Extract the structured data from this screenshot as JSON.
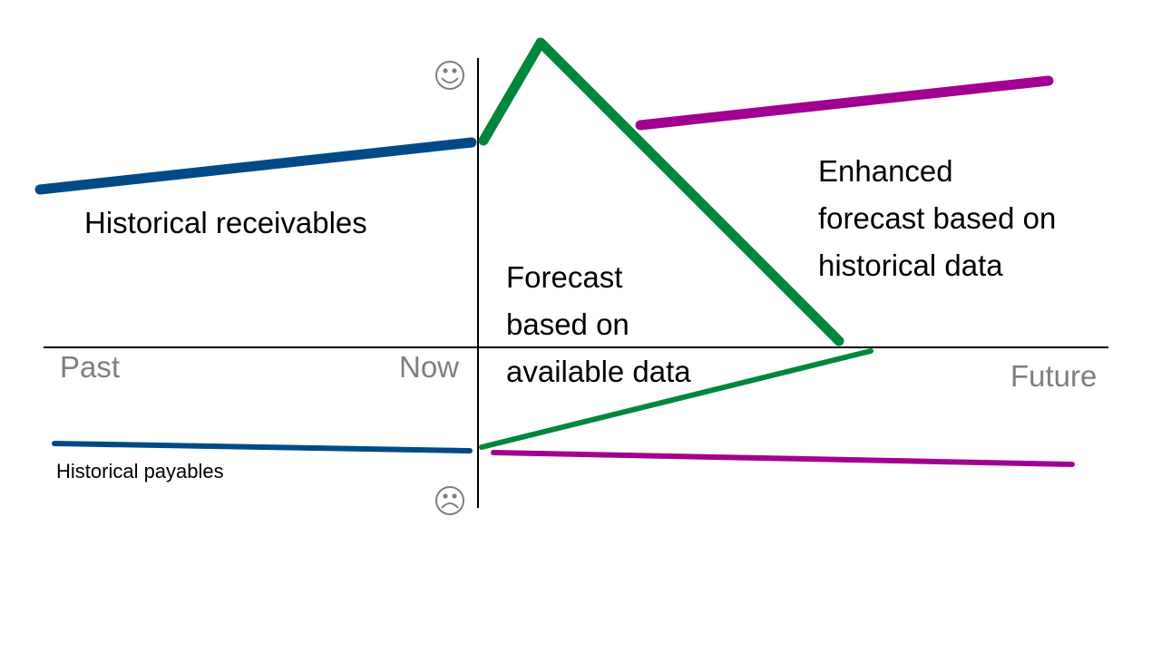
{
  "labels": {
    "historical_receivables": "Historical receivables",
    "historical_payables": "Historical payables",
    "forecast_available": [
      "Forecast",
      "based on",
      "available data"
    ],
    "forecast_enhanced": [
      "Enhanced",
      "forecast based on",
      "historical data"
    ],
    "past": "Past",
    "now": "Now",
    "future": "Future"
  },
  "icons": {
    "happy": "☺",
    "sad": "☹"
  },
  "colors": {
    "historical": "#004b87",
    "forecast_available": "#00873c",
    "forecast_enhanced": "#a2008f",
    "axis": "#000000",
    "axis_label": "#7f7f7f"
  },
  "lines": {
    "historical_receivables": [
      [
        44,
        209
      ],
      [
        520,
        157
      ]
    ],
    "forecast_available_receivables": [
      [
        533,
        155
      ],
      [
        596,
        47
      ],
      [
        925,
        376
      ]
    ],
    "forecast_enhanced_receivables": [
      [
        706,
        138
      ],
      [
        1156,
        89
      ]
    ],
    "historical_payables": [
      [
        60,
        489
      ],
      [
        518,
        497
      ]
    ],
    "forecast_available_payables": [
      [
        531,
        493
      ],
      [
        960,
        387
      ]
    ],
    "forecast_enhanced_payables": [
      [
        544,
        499
      ],
      [
        1182,
        512
      ]
    ]
  }
}
